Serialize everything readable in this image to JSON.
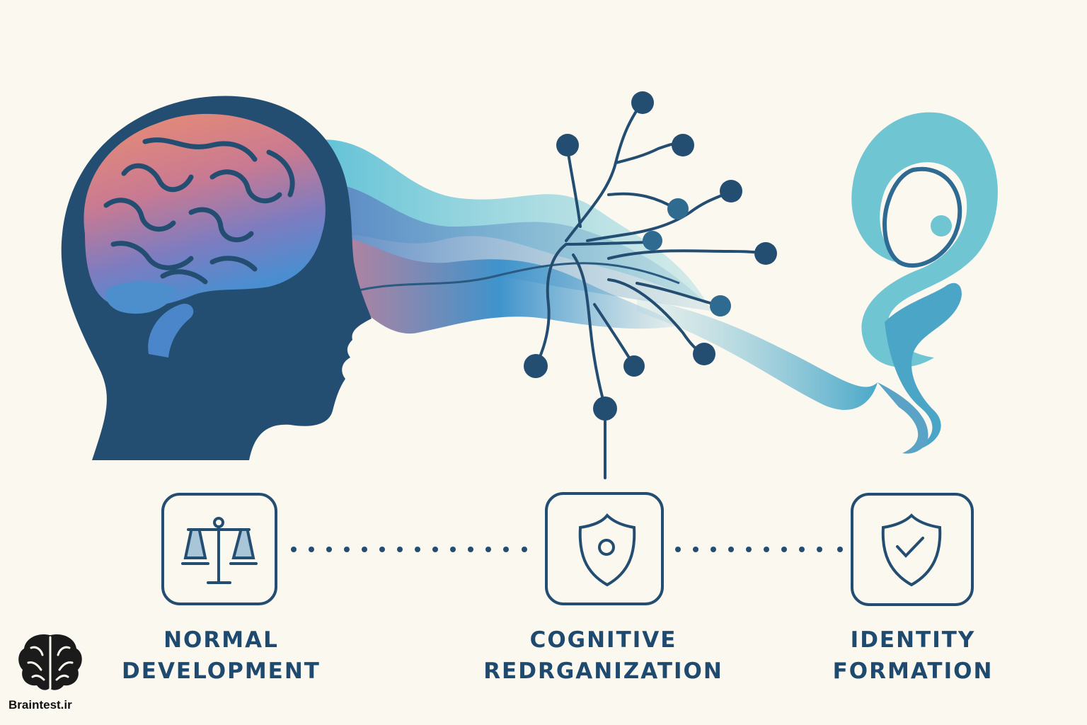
{
  "stages": [
    {
      "line1": "NORMAL",
      "line2": "DEVELOPMENT",
      "icon": "balance-scale-icon"
    },
    {
      "line1": "COGNITIVE",
      "line2": "REDRGANIZATION",
      "icon": "shield-icon"
    },
    {
      "line1": "IDENTITY",
      "line2": "FORMATION",
      "icon": "shield-check-icon"
    }
  ],
  "brand": {
    "text": "Braintest.ir",
    "icon": "brain-logo-icon"
  },
  "colors": {
    "background": "#fbf8f0",
    "navy": "#1f4a6f",
    "head": "#234e72",
    "teal": "#6fc6d2",
    "brain_warm": "#e58a77",
    "brain_cool": "#4a86c9"
  }
}
